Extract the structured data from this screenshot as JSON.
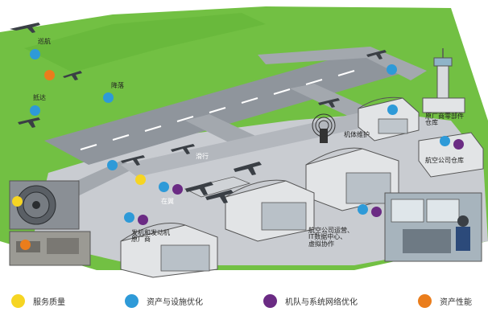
{
  "colors": {
    "service_quality": "#f6d523",
    "asset_facility": "#2e9ad8",
    "fleet_network": "#6b2b84",
    "asset_performance": "#ea7d1c",
    "grass": "#72c043",
    "tarmac": "#c9ccd1",
    "runway": "#8f959c",
    "building": "#e2e4e6"
  },
  "labels": {
    "cruise": "巡航",
    "landing": "降落",
    "arrival": "抵达",
    "taxi": "滑行",
    "at_gate": "在翼",
    "maintenance": "机体维护",
    "oem_parts": "原厂商零部件\n仓库",
    "airline_warehouse": "航空公司仓库",
    "engine_factory": "发机和发动机\n原厂商",
    "operations": "航空公司运营、\nIT数据中心、\n虚拟协作"
  },
  "legend": [
    {
      "label": "服务质量",
      "color": "#f6d523"
    },
    {
      "label": "资产与设施优化",
      "color": "#2e9ad8"
    },
    {
      "label": "机队与系统网络优化",
      "color": "#6b2b84"
    },
    {
      "label": "资产性能",
      "color": "#ea7d1c"
    }
  ],
  "icons": [
    "airplane-icon",
    "control-tower-icon",
    "signal-tower-icon",
    "hangar-icon",
    "jet-engine-icon",
    "workshop-icon",
    "operator-icon"
  ]
}
